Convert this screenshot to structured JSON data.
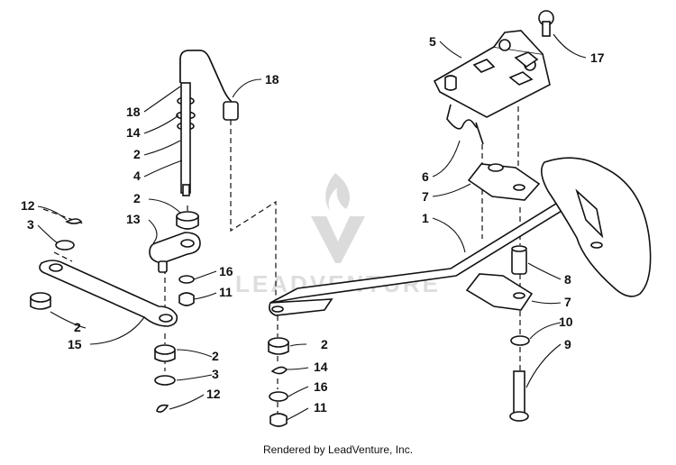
{
  "diagram": {
    "labels": [
      {
        "id": "l18a",
        "text": "18"
      },
      {
        "id": "l18b",
        "text": "18"
      },
      {
        "id": "l14a",
        "text": "14"
      },
      {
        "id": "l2a",
        "text": "2"
      },
      {
        "id": "l4",
        "text": "4"
      },
      {
        "id": "l2b",
        "text": "2"
      },
      {
        "id": "l13",
        "text": "13"
      },
      {
        "id": "l12a",
        "text": "12"
      },
      {
        "id": "l3a",
        "text": "3"
      },
      {
        "id": "l16a",
        "text": "16"
      },
      {
        "id": "l11a",
        "text": "11"
      },
      {
        "id": "l2c",
        "text": "2"
      },
      {
        "id": "l15",
        "text": "15"
      },
      {
        "id": "l2d",
        "text": "2"
      },
      {
        "id": "l3b",
        "text": "3"
      },
      {
        "id": "l12b",
        "text": "12"
      },
      {
        "id": "l5",
        "text": "5"
      },
      {
        "id": "l17",
        "text": "17"
      },
      {
        "id": "l6",
        "text": "6"
      },
      {
        "id": "l7a",
        "text": "7"
      },
      {
        "id": "l1",
        "text": "1"
      },
      {
        "id": "l8",
        "text": "8"
      },
      {
        "id": "l7b",
        "text": "7"
      },
      {
        "id": "l10",
        "text": "10"
      },
      {
        "id": "l9",
        "text": "9"
      },
      {
        "id": "l2e",
        "text": "2"
      },
      {
        "id": "l14b",
        "text": "14"
      },
      {
        "id": "l16b",
        "text": "16"
      },
      {
        "id": "l11b",
        "text": "11"
      }
    ],
    "watermark": "LEADVENTURE",
    "footer": "Rendered by LeadVenture, Inc."
  }
}
